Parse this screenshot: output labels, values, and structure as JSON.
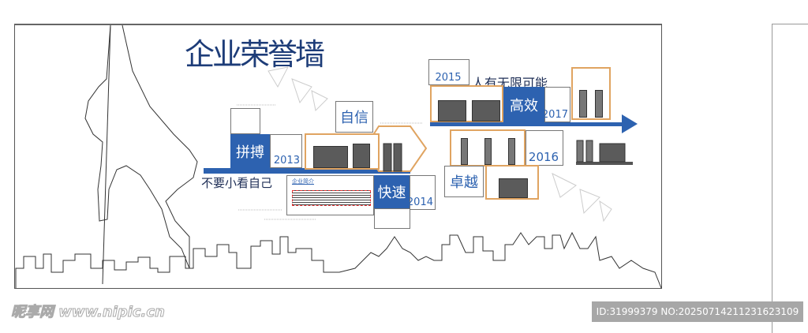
{
  "title": "企业荣誉墙",
  "slogans": {
    "left": "不要小看自己",
    "right": "人有无限可能"
  },
  "labels": {
    "pinbo": "拼搏",
    "zixin": "自信",
    "kuaisu": "快速",
    "zhuoyue": "卓越",
    "gaoxiao": "高效"
  },
  "years": {
    "y2013": "2013",
    "y2014": "2014",
    "y2015": "2015",
    "y2016": "2016",
    "y2017": "2017"
  },
  "intro_box": {
    "title": "企业简介"
  },
  "colors": {
    "blue": "#2d62b0",
    "navy": "#1d3c78",
    "orange": "#e0a461",
    "dark": "#5b5b5b"
  },
  "watermark": {
    "site": "昵享网 www.nipic.cn",
    "id": "ID:31999379 NO:20250714211231623109"
  }
}
